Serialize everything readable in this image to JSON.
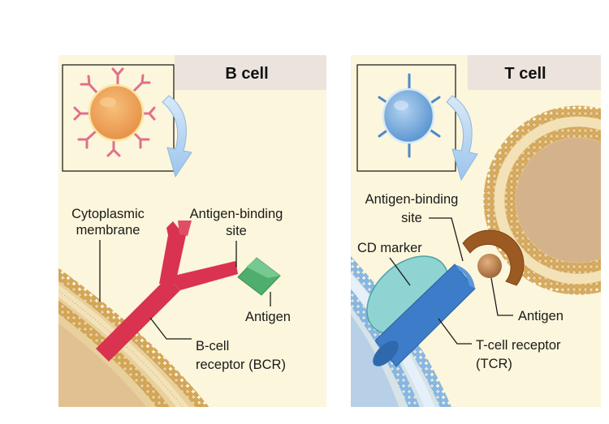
{
  "panels": [
    {
      "title": "B cell",
      "labels": {
        "membrane": [
          "Cytoplasmic",
          "membrane"
        ],
        "binding_site": [
          "Antigen-binding",
          "site"
        ],
        "antigen": "Antigen",
        "receptor": [
          "B-cell",
          "receptor (BCR)"
        ]
      }
    },
    {
      "title": "T cell",
      "labels": {
        "binding_site": [
          "Antigen-binding",
          "site"
        ],
        "cd_marker": "CD marker",
        "antigen": "Antigen",
        "receptor": [
          "T-cell receptor",
          "(TCR)"
        ]
      }
    }
  ],
  "colors": {
    "panel_bg": "#fbf6dc",
    "title_bg": "#ece3dc",
    "b_cell_body": "#f0a65c",
    "b_receptor": "#d9334f",
    "b_antigen": "#4fae6e",
    "t_cell_body": "#7fb0de",
    "t_receptor": "#3d7cc9",
    "cd_marker": "#8fd3d3",
    "t_antigen": "#a0673a",
    "membrane_b": "#d1a04e",
    "membrane_t": "#7aaee0",
    "arrow": "#a9cdef"
  }
}
